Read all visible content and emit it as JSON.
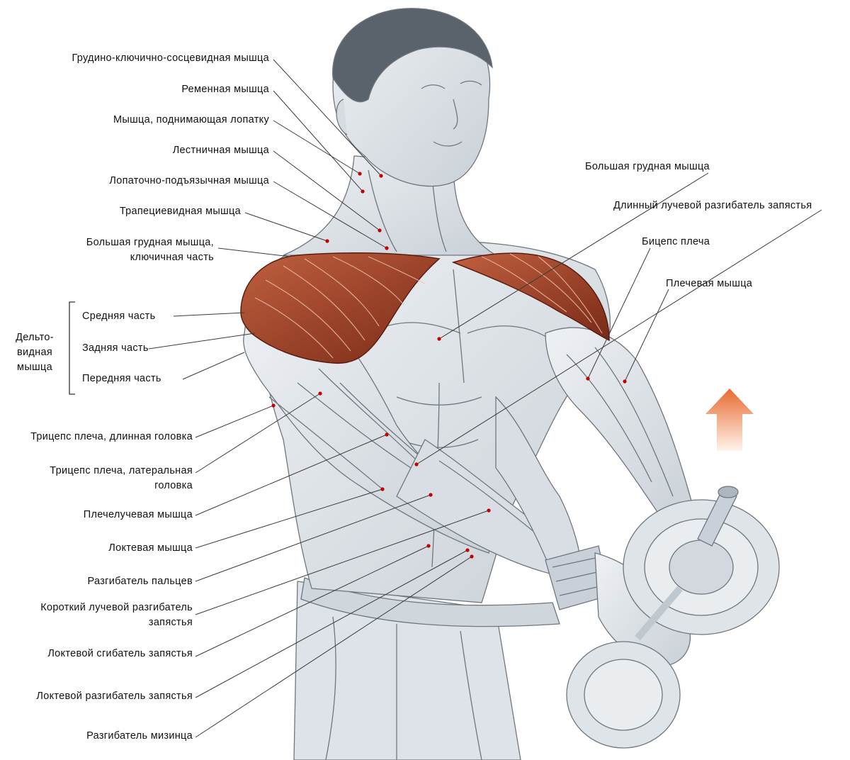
{
  "colors": {
    "muscle_highlight": "#a8452a",
    "pointer_dot": "#c40000",
    "arrow_top": "#e04a1a",
    "arrow_bottom": "#ffe6d6",
    "body_fill": "#dde3e8"
  },
  "left_labels": [
    {
      "lines": [
        "Грудино-ключично-сосцевидная мышца"
      ]
    },
    {
      "lines": [
        "Ременная мышца"
      ]
    },
    {
      "lines": [
        "Мышца, поднимающая лопатку"
      ]
    },
    {
      "lines": [
        "Лестничная мышца"
      ]
    },
    {
      "lines": [
        "Лопаточно-подъязычная мышца"
      ]
    },
    {
      "lines": [
        "Трапециевидная мышца"
      ]
    },
    {
      "lines": [
        "Большая грудная мышца,",
        "ключичная часть"
      ]
    },
    {
      "lines": [
        "Трицепс плеча, длинная головка"
      ]
    },
    {
      "lines": [
        "Трицепс плеча, латеральная",
        "головка"
      ]
    },
    {
      "lines": [
        "Плечелучевая мышца"
      ]
    },
    {
      "lines": [
        "Локтевая мышца"
      ]
    },
    {
      "lines": [
        "Разгибатель пальцев"
      ]
    },
    {
      "lines": [
        "Короткий лучевой разгибатель",
        "запястья"
      ]
    },
    {
      "lines": [
        "Локтевой сгибатель запястья"
      ]
    },
    {
      "lines": [
        "Локтевой разгибатель запястья"
      ]
    },
    {
      "lines": [
        "Разгибатель мизинца"
      ]
    }
  ],
  "deltoid_group": {
    "title_lines": [
      "Дельто-",
      "видная",
      "мышца"
    ],
    "parts": [
      "Средняя часть",
      "Задняя часть",
      "Передняя часть"
    ]
  },
  "right_labels": [
    {
      "lines": [
        "Большая грудная мышца"
      ]
    },
    {
      "lines": [
        "Длинный лучевой разгибатель запястья"
      ]
    },
    {
      "lines": [
        "Бицепс плеча"
      ]
    },
    {
      "lines": [
        "Плечевая мышца"
      ]
    }
  ]
}
